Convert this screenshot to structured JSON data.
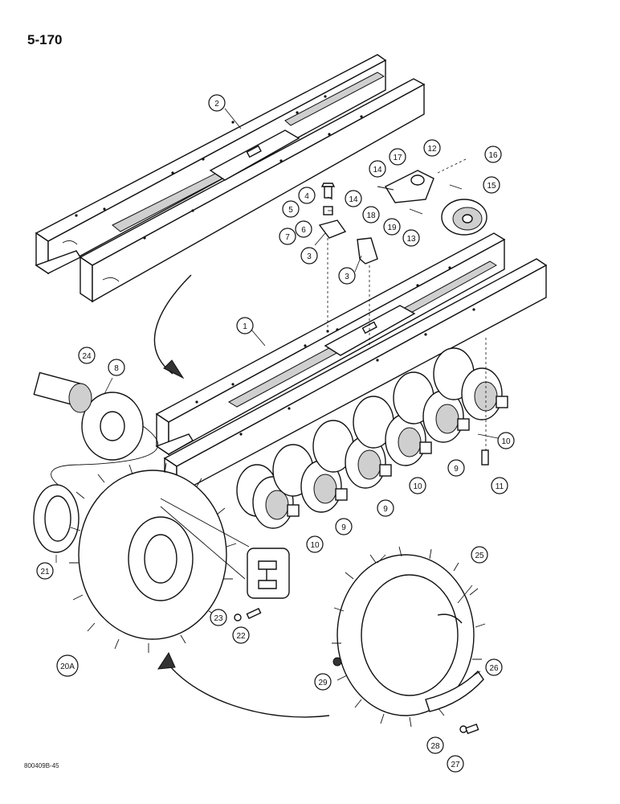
{
  "page_number": "5-170",
  "doc_code": "800409B-45",
  "callouts": {
    "c1": "1",
    "c2": "2",
    "c3a": "3",
    "c3b": "3",
    "c4": "4",
    "c5": "5",
    "c6": "6",
    "c7": "7",
    "c8": "8",
    "c9a": "9",
    "c9b": "9",
    "c9c": "9",
    "c10a": "10",
    "c10b": "10",
    "c10c": "10",
    "c11": "11",
    "c12": "12",
    "c13": "13",
    "c14a": "14",
    "c14b": "14",
    "c15": "15",
    "c16": "16",
    "c17": "17",
    "c18": "18",
    "c19": "19",
    "c20a": "20A",
    "c21": "21",
    "c22": "22",
    "c23": "23",
    "c24": "24",
    "c25": "25",
    "c26": "26",
    "c27": "27",
    "c28": "28",
    "c29": "29"
  }
}
